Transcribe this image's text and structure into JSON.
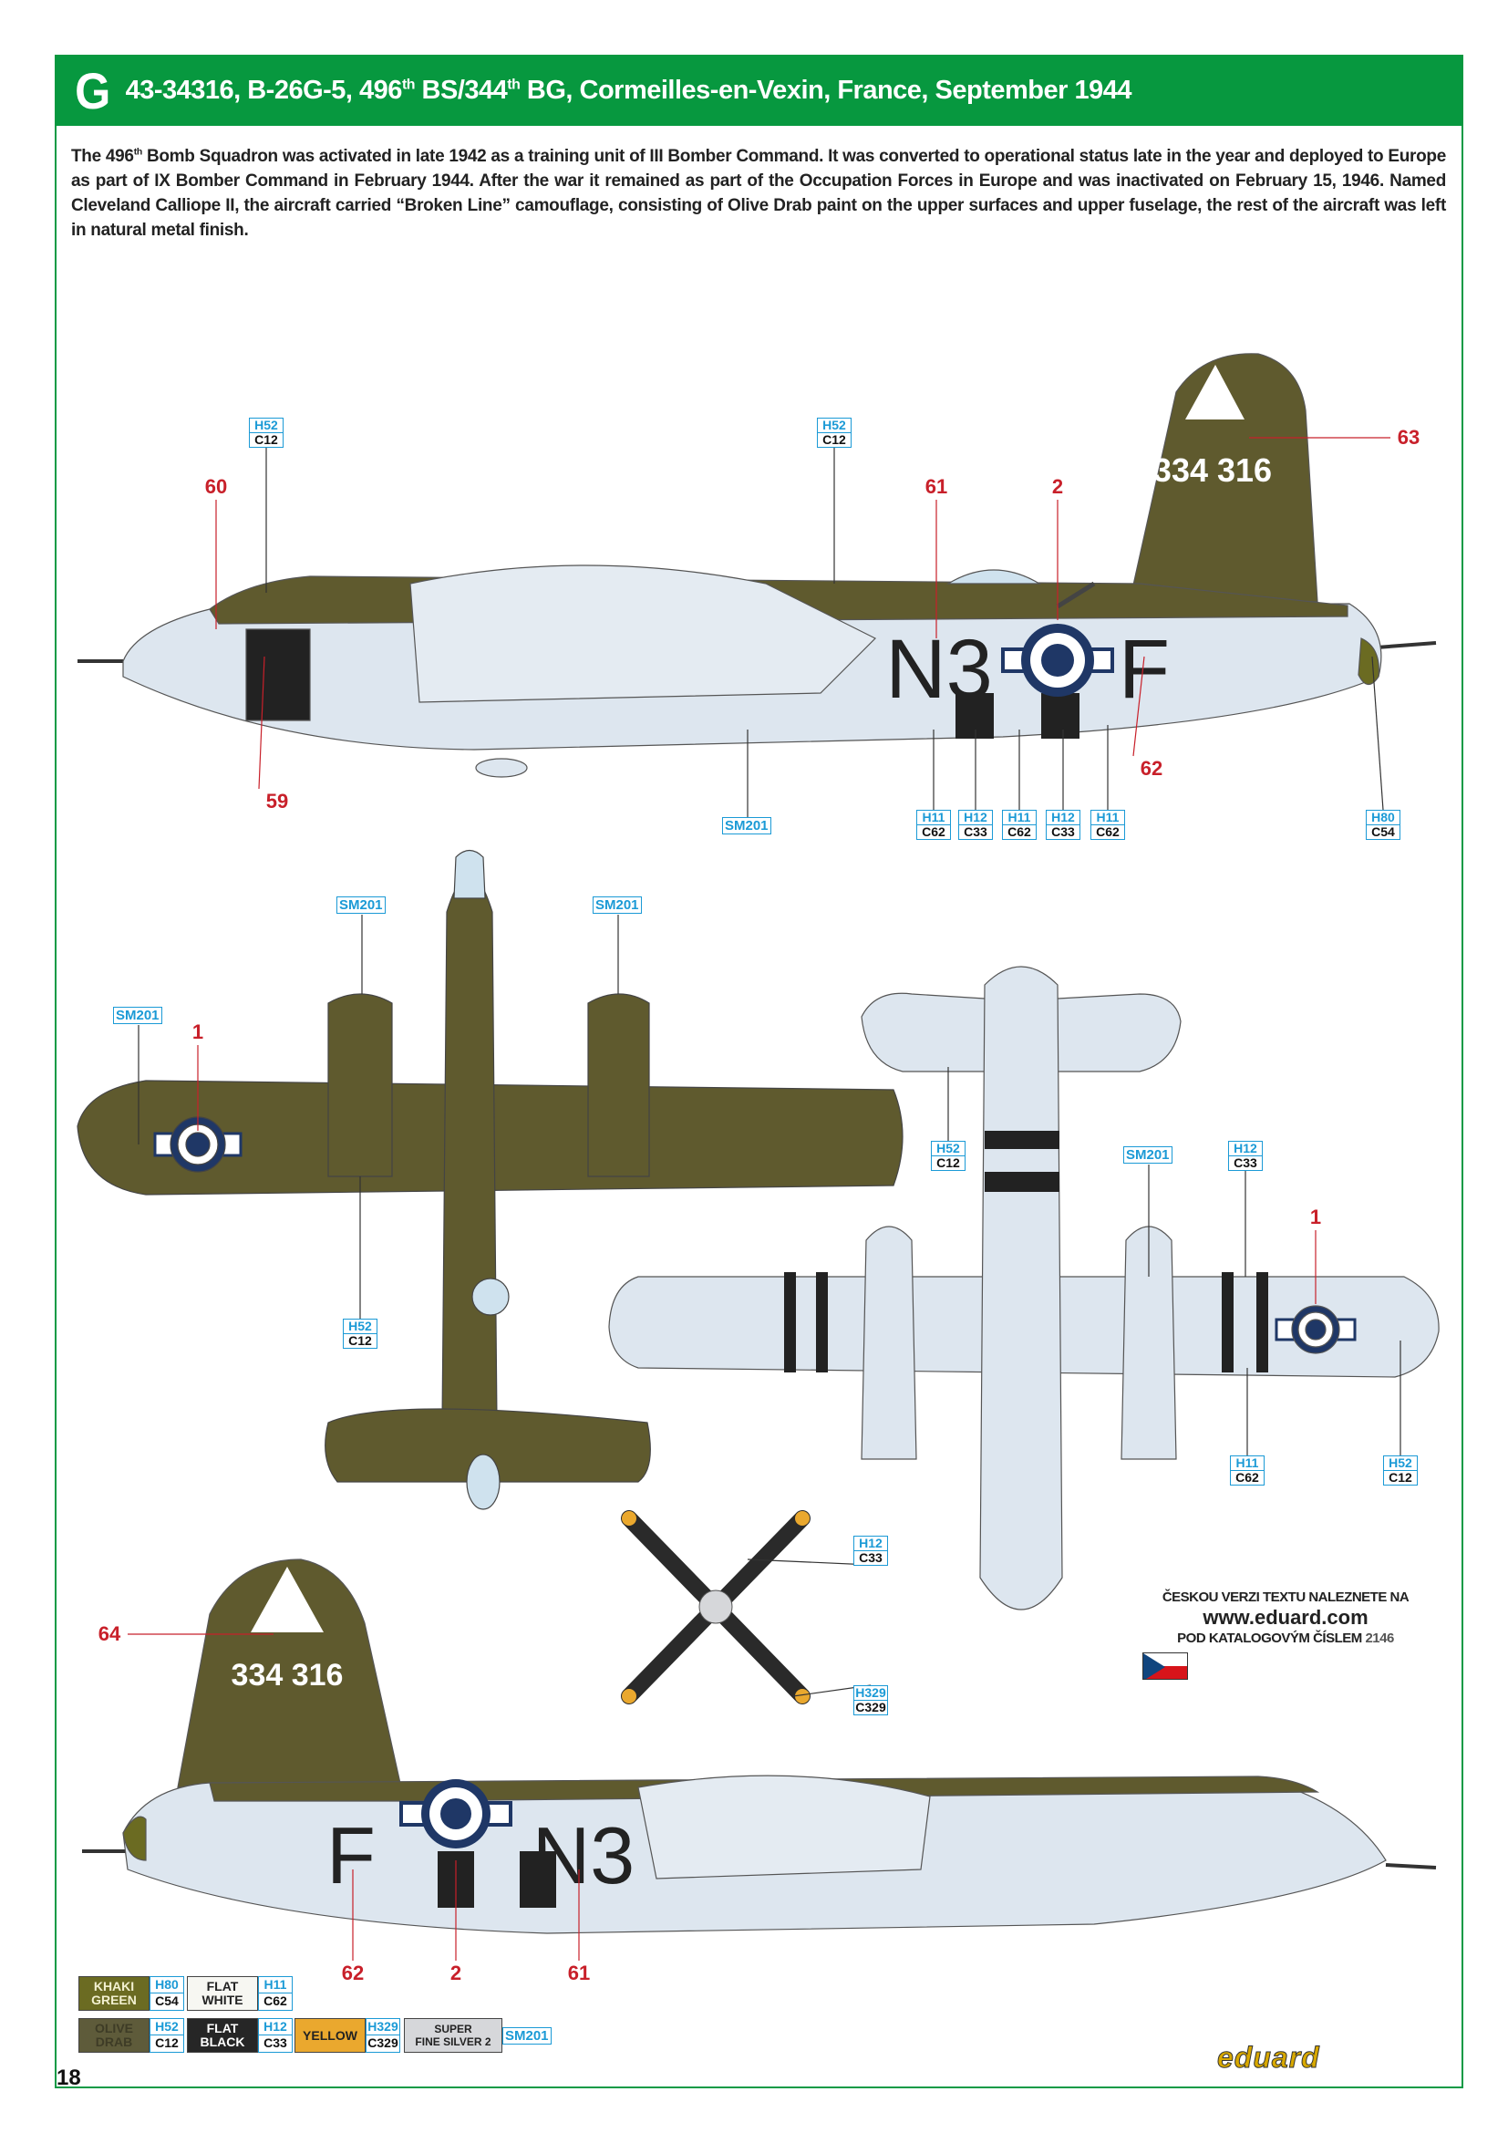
{
  "header": {
    "letter": "G",
    "t1": "43-34316, B-26G-5, 496",
    "sup1": "th",
    "t2": " BS/344",
    "sup2": "th",
    "t3": " BG, Cormeilles-en-Vexin, France, September 1944"
  },
  "description": {
    "p1": "The 496",
    "sup": "th",
    "p2": " Bomb Squadron was activated in late 1942 as a training unit of III Bomber Command. It was converted to operational status late in the year and deployed to Europe as part of IX Bomber Command in February 1944. After the war it remained as part of the Occupation Forces in Europe and was inactivated on February 15, 1946. Named Cleveland Calliope II, the aircraft carried “Broken Line” camouflage, consisting of Olive Drab paint on the upper surfaces and upper fuselage, the rest of the aircraft was left in natural metal finish."
  },
  "aircraft": {
    "serial": "334 316",
    "code_left": "N3",
    "code_right": "F"
  },
  "paint_codes": [
    {
      "h": "H52",
      "c": "C12"
    },
    {
      "h": "H52",
      "c": "C12"
    },
    {
      "h": "H11",
      "c": "C62"
    },
    {
      "h": "H12",
      "c": "C33"
    },
    {
      "h": "H11",
      "c": "C62"
    },
    {
      "h": "H12",
      "c": "C33"
    },
    {
      "h": "H11",
      "c": "C62"
    },
    {
      "h": "H80",
      "c": "C54"
    },
    {
      "h": "H52",
      "c": "C12"
    },
    {
      "h": "H52",
      "c": "C12"
    },
    {
      "h": "H12",
      "c": "C33"
    },
    {
      "h": "H11",
      "c": "C62"
    },
    {
      "h": "H52",
      "c": "C12"
    },
    {
      "h": "H12",
      "c": "C33"
    },
    {
      "h": "H329",
      "c": "C329"
    }
  ],
  "silver_codes": [
    "SM201",
    "SM201",
    "SM201",
    "SM201",
    "SM201"
  ],
  "decal_numbers": [
    "60",
    "61",
    "2",
    "63",
    "62",
    "59",
    "1",
    "1",
    "64",
    "62",
    "2",
    "61"
  ],
  "legend": [
    {
      "name1": "KHAKI",
      "name2": "GREEN",
      "h": "H80",
      "c": "C54",
      "color": "#6b6b22",
      "text": "#f2f0d0"
    },
    {
      "name1": "FLAT",
      "name2": "WHITE",
      "h": "H11",
      "c": "C62",
      "color": "#f7f7f2",
      "text": "#222"
    },
    {
      "name1": "OLIVE",
      "name2": "DRAB",
      "h": "H52",
      "c": "C12",
      "color": "#5e5b3a",
      "text": "#3e3c26"
    },
    {
      "name1": "FLAT",
      "name2": "BLACK",
      "h": "H12",
      "c": "C33",
      "color": "#262626",
      "text": "#fff"
    },
    {
      "name1": "YELLOW",
      "name2": "",
      "h": "H329",
      "c": "C329",
      "color": "#eaa82e",
      "text": "#222"
    },
    {
      "name1": "SUPER",
      "name2": "FINE SILVER 2",
      "sm": "SM201",
      "color": "#d6d7da",
      "text": "#222"
    }
  ],
  "czech_note": {
    "line1": "ČESKOU VERZI TEXTU NALEZNETE NA",
    "line2": "www.eduard.com",
    "line3": "POD KATALOGOVÝM ČÍSLEM",
    "catalog": "2146"
  },
  "brand": "eduard",
  "page_number": "18",
  "colors": {
    "green": "#07983f",
    "olive": "#5f5a2e",
    "metal": "#dde6ef",
    "callout_red": "#c8202a",
    "code_blue": "#1b9ad6"
  }
}
